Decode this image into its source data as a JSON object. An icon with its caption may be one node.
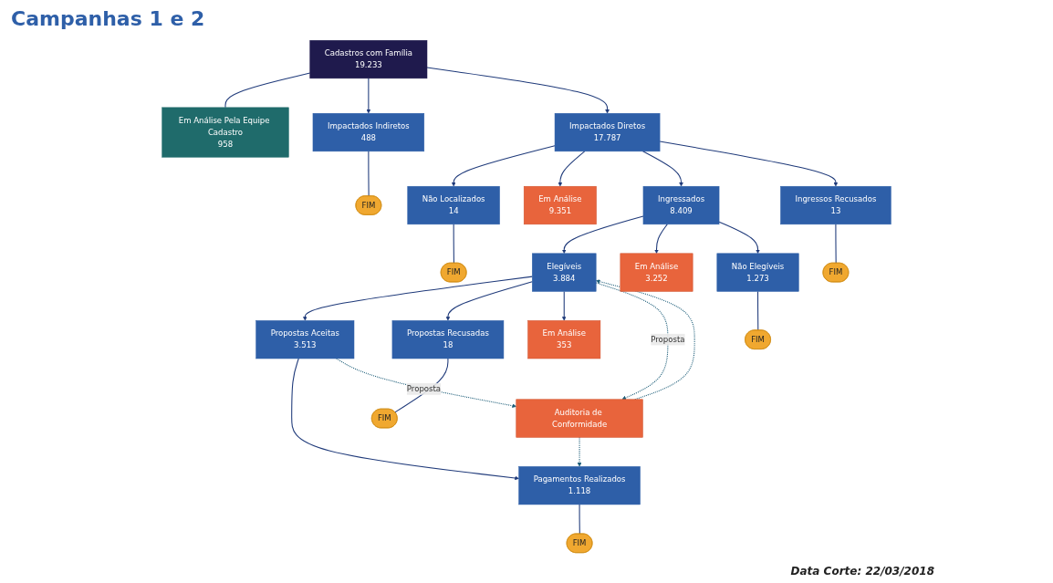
{
  "diagram": {
    "title": "Campanhas 1 e 2",
    "nodes": [
      {
        "text": [
          "Cadastros com Família",
          "19.233"
        ]
      },
      {
        "text": [
          "Em Análise Pela Equipe Cadastro",
          "958"
        ]
      },
      {
        "text": [
          "Impactados Indiretos",
          "488"
        ]
      },
      {
        "text": [
          "FIM"
        ]
      },
      {
        "text": [
          "Impactados Diretos",
          "17.787"
        ]
      },
      {
        "text": [
          "Não Localizados",
          "14"
        ]
      },
      {
        "text": [
          "FIM"
        ]
      },
      {
        "text": [
          "Em Análise",
          "9.351"
        ]
      },
      {
        "text": [
          "Ingressados",
          "8.409"
        ]
      },
      {
        "text": [
          "Ingressos Recusados",
          "13"
        ]
      },
      {
        "text": [
          "FIM"
        ]
      },
      {
        "text": [
          "Elegíveis",
          "3.884"
        ]
      },
      {
        "text": [
          "Em Análise",
          "3.252"
        ]
      },
      {
        "text": [
          "Não Elegíveis",
          "1.273"
        ]
      },
      {
        "text": [
          "FIM"
        ]
      },
      {
        "text": [
          "Auditoria de Conformidade"
        ]
      },
      {
        "text": [
          "Propostas Aceitas",
          "3.513"
        ]
      },
      {
        "text": [
          "Propostas Recusadas",
          "18"
        ]
      },
      {
        "text": [
          "FIM"
        ]
      },
      {
        "text": [
          "Em Análise",
          "353"
        ]
      },
      {
        "text": [
          "Pagamentos Realizados",
          "1.118"
        ]
      },
      {
        "text": [
          "FIM"
        ]
      }
    ],
    "edges": [
      {
        "from": 0,
        "to": 1,
        "arrow": "none"
      },
      {
        "from": 0,
        "to": 2,
        "arrow": "to"
      },
      {
        "from": 0,
        "to": 4,
        "arrow": "to"
      },
      {
        "from": 2,
        "to": 3,
        "arrow": "none"
      },
      {
        "from": 4,
        "to": 5,
        "arrow": "to"
      },
      {
        "from": 4,
        "to": 7,
        "arrow": "to"
      },
      {
        "from": 4,
        "to": 8,
        "arrow": "to"
      },
      {
        "from": 4,
        "to": 9,
        "arrow": "to"
      },
      {
        "from": 5,
        "to": 6,
        "arrow": "none"
      },
      {
        "from": 9,
        "to": 10,
        "arrow": "none"
      },
      {
        "from": 8,
        "to": 11,
        "arrow": "to"
      },
      {
        "from": 8,
        "to": 12,
        "arrow": "to"
      },
      {
        "from": 8,
        "to": 13,
        "arrow": "to"
      },
      {
        "from": 13,
        "to": 14,
        "arrow": "none"
      },
      {
        "from": 11,
        "to": 16,
        "arrow": "to"
      },
      {
        "from": 11,
        "to": 17,
        "arrow": "to"
      },
      {
        "from": 11,
        "to": 19,
        "arrow": "to"
      },
      {
        "from": 17,
        "to": 18,
        "arrow": "none"
      },
      {
        "from": 16,
        "to": 20,
        "arrow": "to"
      },
      {
        "from": 20,
        "to": 21,
        "arrow": "none"
      },
      {
        "from": 15,
        "to": 11,
        "arrow": "to",
        "style": "dashed",
        "color": "#1f5f7a"
      },
      {
        "from": 11,
        "to": 15,
        "arrow": "to",
        "label": "Proposta",
        "style": "dashed",
        "color": "#1f5f7a"
      },
      {
        "from": 16,
        "to": 15,
        "arrow": "to",
        "label": "Proposta",
        "style": "dashed",
        "color": "#1f5f7a"
      },
      {
        "from": 15,
        "to": 20,
        "arrow": "to",
        "style": "dashed",
        "color": "#1f5f7a"
      }
    ],
    "labels": [
      "Data Corte: 22/03/2018"
    ]
  }
}
